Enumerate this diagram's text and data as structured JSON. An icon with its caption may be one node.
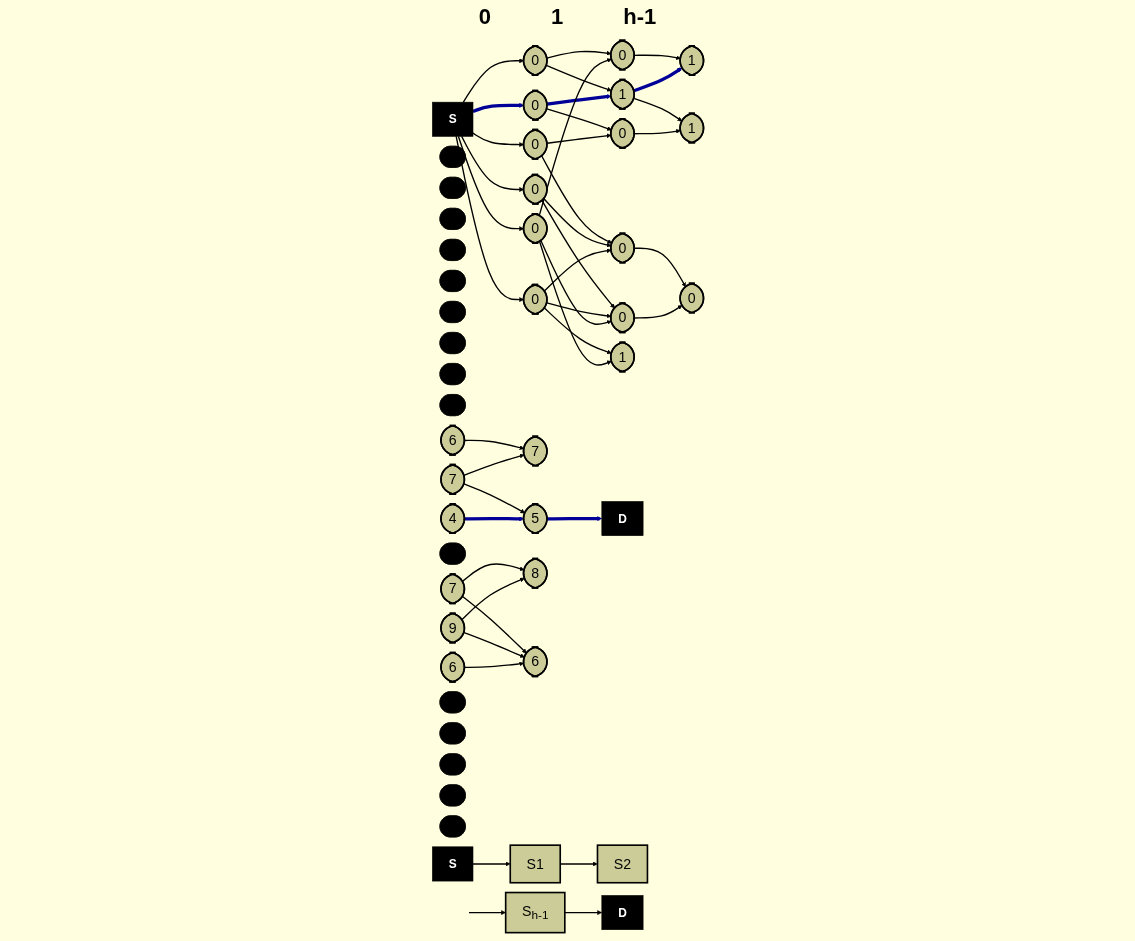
{
  "diagram": {
    "nodes": [
      {
        "text": [
          "S"
        ]
      },
      {
        "text": [
          "0"
        ]
      },
      {
        "text": [
          "0"
        ]
      },
      {
        "text": [],
        "shape": "ellipse"
      },
      {
        "text": [
          "0"
        ]
      },
      {
        "text": [
          "0"
        ]
      },
      {
        "text": [
          "0"
        ]
      },
      {
        "text": [
          "0"
        ]
      },
      {
        "text": [],
        "shape": "ellipse"
      },
      {
        "text": [
          "0"
        ]
      },
      {
        "text": [],
        "shape": "ellipse"
      },
      {
        "text": [
          "1"
        ]
      },
      {
        "text": [
          "0"
        ]
      },
      {
        "text": [],
        "shape": "ellipse"
      },
      {
        "text": [
          "0"
        ]
      },
      {
        "text": [
          "0"
        ]
      },
      {
        "text": [
          "1"
        ]
      },
      {
        "text": [],
        "shape": "ellipse"
      },
      {
        "text": [],
        "shape": "ellipse"
      },
      {
        "text": [
          "1"
        ]
      },
      {
        "text": [],
        "shape": "ellipse"
      },
      {
        "text": [
          "1"
        ]
      },
      {
        "text": [],
        "shape": "ellipse"
      },
      {
        "text": [
          "0"
        ]
      },
      {
        "text": [],
        "shape": "ellipse"
      },
      {
        "text": [
          "6"
        ]
      },
      {
        "text": [
          "7"
        ]
      },
      {
        "text": [
          "4"
        ]
      },
      {
        "text": [],
        "shape": "ellipse"
      },
      {
        "text": [
          "7"
        ]
      },
      {
        "text": [
          "9"
        ]
      },
      {
        "text": [
          "6"
        ]
      },
      {
        "text": [],
        "shape": "ellipse"
      },
      {
        "text": [],
        "shape": "ellipse"
      },
      {
        "text": [
          "7"
        ]
      },
      {
        "text": [],
        "shape": "ellipse"
      },
      {
        "text": [
          "5"
        ]
      },
      {
        "text": [],
        "shape": "ellipse"
      },
      {
        "text": [
          "8"
        ]
      },
      {
        "text": [
          "6"
        ]
      },
      {
        "text": [],
        "shape": "ellipse"
      },
      {
        "text": [
          "D"
        ]
      },
      {
        "text": [
          "S"
        ]
      },
      {
        "text": [
          "S1"
        ]
      },
      {
        "text": [
          "S2"
        ]
      },
      {
        "text": [
          "S$_{h-1}$"
        ]
      },
      {
        "text": [
          "D"
        ]
      }
    ],
    "edges": [
      {
        "from": 0,
        "to": 1,
        "arrow": "to"
      },
      {
        "from": 0,
        "to": 2,
        "arrow": "to",
        "style": "thick",
        "color": "#000099"
      },
      {
        "from": 0,
        "to": 4,
        "arrow": "to"
      },
      {
        "from": 0,
        "to": 5,
        "arrow": "to"
      },
      {
        "from": 0,
        "to": 6,
        "arrow": "to"
      },
      {
        "from": 0,
        "to": 7,
        "arrow": "to"
      },
      {
        "from": 1,
        "to": 9,
        "arrow": "to"
      },
      {
        "from": 1,
        "to": 11,
        "arrow": "to"
      },
      {
        "from": 2,
        "to": 11,
        "arrow": "to",
        "style": "thick",
        "color": "#000099"
      },
      {
        "from": 2,
        "to": 12,
        "arrow": "to"
      },
      {
        "from": 4,
        "to": 12,
        "arrow": "to"
      },
      {
        "from": 4,
        "to": 14,
        "arrow": "to"
      },
      {
        "from": 5,
        "to": 14,
        "arrow": "to"
      },
      {
        "from": 5,
        "to": 15,
        "arrow": "to"
      },
      {
        "from": 6,
        "to": 14,
        "arrow": "to"
      },
      {
        "from": 6,
        "to": 15,
        "arrow": "to"
      },
      {
        "from": 6,
        "to": 16,
        "arrow": "to"
      },
      {
        "from": 7,
        "to": 9,
        "arrow": "to"
      },
      {
        "from": 7,
        "to": 15,
        "arrow": "to"
      },
      {
        "from": 7,
        "to": 16,
        "arrow": "to"
      },
      {
        "from": 9,
        "to": 19,
        "arrow": "to"
      },
      {
        "from": 11,
        "to": 19,
        "arrow": "to",
        "style": "thick",
        "color": "#000099"
      },
      {
        "from": 11,
        "to": 21,
        "arrow": "to"
      },
      {
        "from": 12,
        "to": 21,
        "arrow": "to"
      },
      {
        "from": 14,
        "to": 23,
        "arrow": "to"
      },
      {
        "from": 15,
        "to": 23,
        "arrow": "to"
      },
      {
        "from": 25,
        "to": 34,
        "arrow": "to"
      },
      {
        "from": 26,
        "to": 34,
        "arrow": "to"
      },
      {
        "from": 26,
        "to": 36,
        "arrow": "to"
      },
      {
        "from": 27,
        "to": 36,
        "arrow": "to",
        "style": "thick",
        "color": "#000099"
      },
      {
        "from": 29,
        "to": 38,
        "arrow": "to"
      },
      {
        "from": 29,
        "to": 39,
        "arrow": "to"
      },
      {
        "from": 30,
        "to": 38,
        "arrow": "to"
      },
      {
        "from": 30,
        "to": 39,
        "arrow": "to"
      },
      {
        "from": 31,
        "to": 39,
        "arrow": "to"
      },
      {
        "from": 36,
        "to": 41,
        "arrow": "to",
        "style": "thick",
        "color": "#000099"
      },
      {
        "from": 42,
        "to": 43,
        "arrow": "to"
      },
      {
        "from": 43,
        "to": 44,
        "arrow": "to"
      },
      {
        "from": null,
        "to": 45,
        "arrow": "to"
      },
      {
        "from": 45,
        "to": 46,
        "arrow": "to"
      }
    ],
    "labels": [
      "0",
      "1",
      "h-1"
    ]
  }
}
